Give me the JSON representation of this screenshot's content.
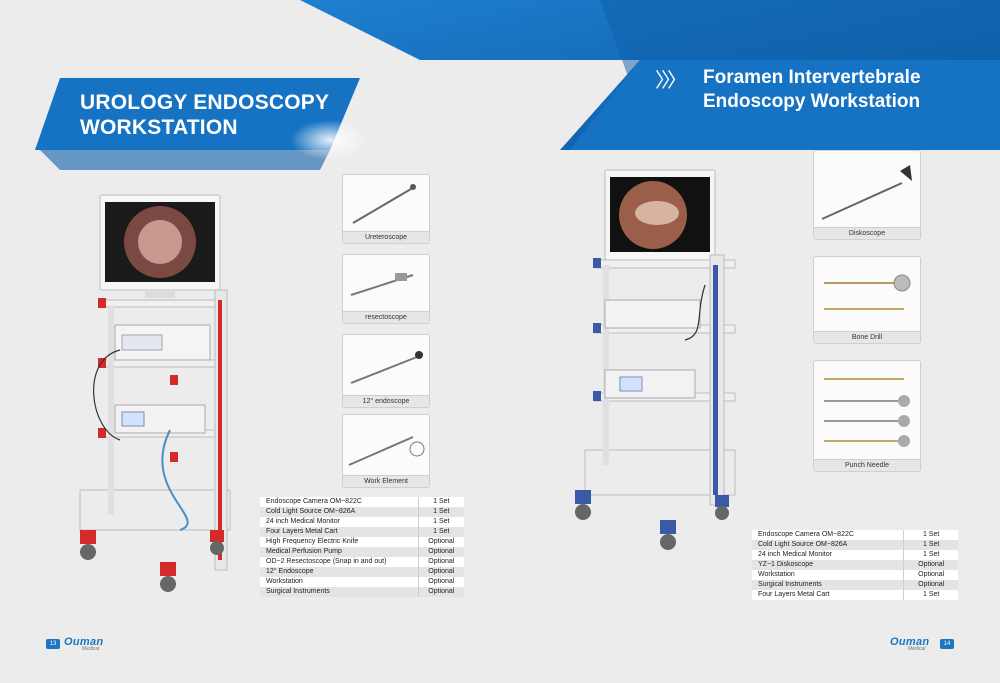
{
  "left_page": {
    "title_line1": "UROLOGY ENDOSCOPY",
    "title_line2": "WORKSTATION",
    "thumbnails": [
      "Ureteroscope",
      "resectoscope",
      "12° endoscope",
      "Work Element"
    ],
    "spec_rows": [
      {
        "item": "Endoscope Camera OM−822C",
        "qty": "1 Set"
      },
      {
        "item": "Cold Light Source OM−826A",
        "qty": "1 Set"
      },
      {
        "item": "24 inch Medical Monitor",
        "qty": "1 Set"
      },
      {
        "item": "Four Layers Metal Cart",
        "qty": "1 Set"
      },
      {
        "item": "High Frequency Electric Knife",
        "qty": "Optional"
      },
      {
        "item": "Medical Perfusion Pump",
        "qty": "Optional"
      },
      {
        "item": "OD−2 Resectoscope (Snap in and out)",
        "qty": "Optional"
      },
      {
        "item": "12°  Endoscope",
        "qty": "Optional"
      },
      {
        "item": "Workstation",
        "qty": "Optional"
      },
      {
        "item": "Surgical Instruments",
        "qty": "Optional"
      }
    ],
    "page_number": "13",
    "brand": "Ouman",
    "brand_sub": "Medical"
  },
  "right_page": {
    "chevrons": "〉〉〉",
    "title_line1": "Foramen Intervertebrale",
    "title_line2": "Endoscopy Workstation",
    "thumbnails": [
      "Diskoscope",
      "Bone Drill",
      "Punch Needle"
    ],
    "spec_rows": [
      {
        "item": "Endoscope Camera OM−822C",
        "qty": "1 Set"
      },
      {
        "item": "Cold Light Source OM−826A",
        "qty": "1 Set"
      },
      {
        "item": "24 inch Medical Monitor",
        "qty": "1 Set"
      },
      {
        "item": "YZ−1 Diskoscope",
        "qty": "Optional"
      },
      {
        "item": "Workstation",
        "qty": "Optional"
      },
      {
        "item": "Surgical Instruments",
        "qty": "Optional"
      },
      {
        "item": "Four Layers Metal Cart",
        "qty": "1 Set"
      }
    ],
    "page_number": "14",
    "brand": "Ouman",
    "brand_sub": "Medical"
  },
  "colors": {
    "accent": "#1a76c2",
    "accent_dark": "#0e5fa8",
    "cart_red": "#d42a2a",
    "cart_blue": "#3a5aa8"
  }
}
